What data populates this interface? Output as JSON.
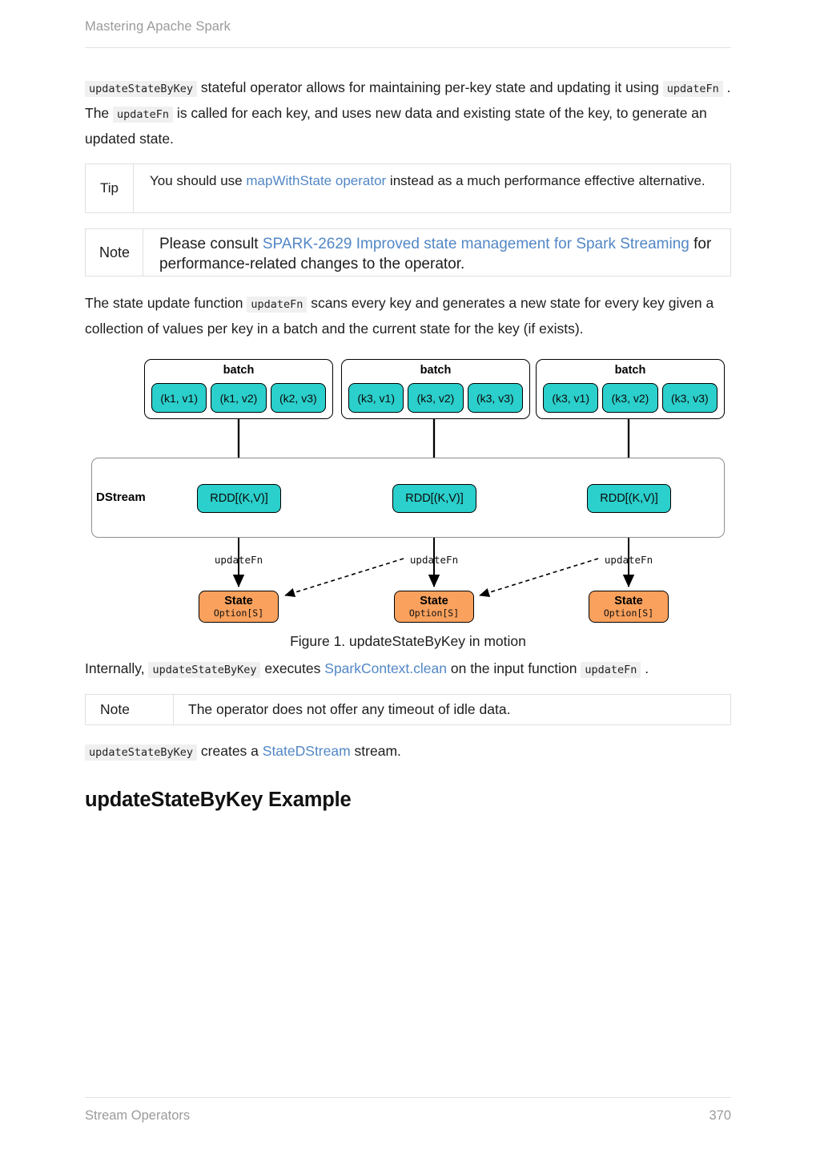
{
  "header": {
    "title": "Mastering Apache Spark"
  },
  "footer": {
    "section": "Stream Operators",
    "page_number": "370"
  },
  "colors": {
    "link": "#5287c6",
    "code_bg": "#f0f0f0",
    "teal_node": "#2bcfcb",
    "orange_node": "#f9a15d",
    "rule": "#e3e3e3",
    "muted_text": "#9b9b9b"
  },
  "paragraphs": {
    "intro": {
      "code1": "updateStateByKey",
      "t1": " stateful operator allows for maintaining per-key state and updating it using ",
      "code2": "updateFn",
      "t2": " . The ",
      "code3": "updateFn",
      "t3": " is called for each key, and uses new data and existing state of the key, to generate an updated state."
    },
    "scan": {
      "t1": "The state update function ",
      "code1": "updateFn",
      "t2": " scans every key and generates a new state for every key given a collection of values per key in a batch and the current state for the key (if exists)."
    },
    "internally": {
      "t1": "Internally, ",
      "code1": "updateStateByKey",
      "t2": " executes ",
      "link1": "SparkContext.clean",
      "t3": " on the input function ",
      "code2": "updateFn",
      "t4": " ."
    },
    "creates": {
      "code1": "updateStateByKey",
      "t1": " creates a ",
      "link1": "StateDStream",
      "t2": " stream."
    }
  },
  "admonitions": {
    "tip": {
      "label": "Tip",
      "t1": "You should use ",
      "link1": "mapWithState operator",
      "t2": " instead as a much performance effective alternative."
    },
    "note1": {
      "label": "Note",
      "t1": "Please consult ",
      "link1": "SPARK-2629 Improved state management for Spark Streaming",
      "t2": " for performance-related changes to the operator."
    },
    "note2": {
      "label": "Note",
      "text": "The operator does not offer any timeout of idle data."
    }
  },
  "figure": {
    "caption": "Figure 1. updateStateByKey in motion",
    "dstream_label": "DStream",
    "batch_title": "batch",
    "rdd_label": "RDD[(K,V)]",
    "updatefn_label": "updateFn",
    "state_title": "State",
    "state_subtitle": "Option[S]",
    "batches": [
      {
        "title": "batch",
        "items": [
          "(k1, v1)",
          "(k1, v2)",
          "(k2, v3)"
        ]
      },
      {
        "title": "batch",
        "items": [
          "(k3, v1)",
          "(k3, v2)",
          "(k3, v3)"
        ]
      },
      {
        "title": "batch",
        "items": [
          "(k3, v1)",
          "(k3, v2)",
          "(k3, v3)"
        ]
      }
    ],
    "rdds": [
      "RDD[(K,V)]",
      "RDD[(K,V)]",
      "RDD[(K,V)]"
    ],
    "updatefns": [
      "updateFn",
      "updateFn",
      "updateFn"
    ],
    "states": [
      {
        "title": "State",
        "subtitle": "Option[S]"
      },
      {
        "title": "State",
        "subtitle": "Option[S]"
      },
      {
        "title": "State",
        "subtitle": "Option[S]"
      }
    ]
  },
  "section": {
    "heading": "updateStateByKey Example"
  }
}
